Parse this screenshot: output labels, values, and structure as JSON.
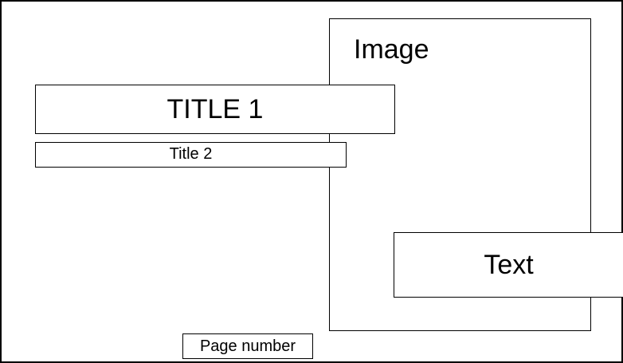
{
  "layout": {
    "image_label": "Image",
    "title1": "TITLE 1",
    "title2": "Title 2",
    "text": "Text",
    "page_number": "Page number"
  }
}
